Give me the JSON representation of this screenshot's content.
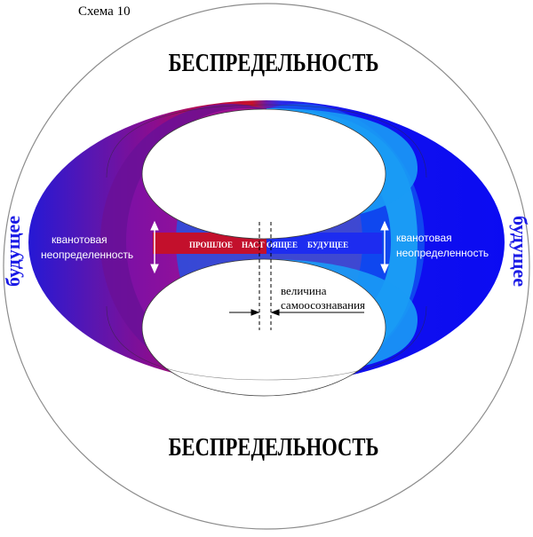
{
  "diagram": {
    "scheme_label": "Схема 10",
    "top_title": "БЕСПРЕДЕЛЬНОСТЬ",
    "bottom_title": "БЕСПРЕДЕЛЬНОСТЬ",
    "left_side_label": "будущее",
    "right_side_label": "будущее",
    "left_uncertainty": {
      "line1": "кванотовая",
      "line2": "неопределенность"
    },
    "right_uncertainty": {
      "line1": "кванотовая",
      "line2": "неопределенность"
    },
    "timeline": {
      "past": "ПРОШЛОЕ",
      "present_left": "НАСТ",
      "present_right": "ОЯЩЕЕ",
      "future": "БУДУЩЕЕ"
    },
    "self_awareness": {
      "line1": "величина",
      "line2": "самоосознавания"
    }
  },
  "colors": {
    "outer_circle": "#8c8c8c",
    "past_purple": "#7a0f8c",
    "past_red": "#c2102e",
    "future_blue": "#1515ee",
    "future_light_blue": "#1a9bf5",
    "label_blue": "#1a1ae6"
  }
}
